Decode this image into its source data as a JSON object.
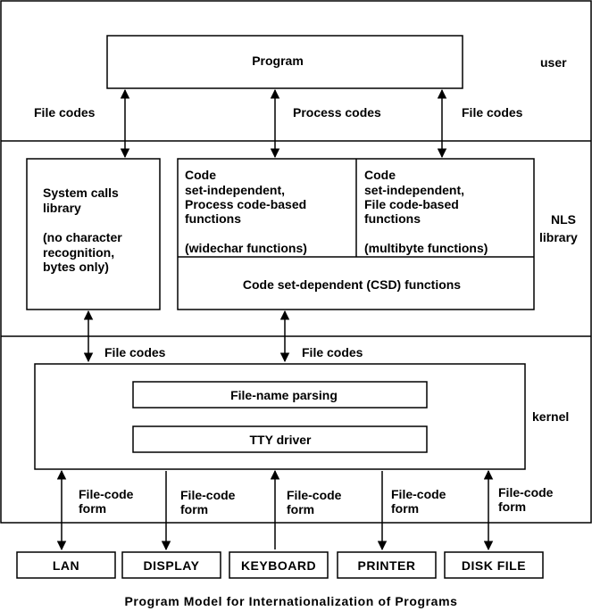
{
  "layers": {
    "user": "user",
    "nls_library": [
      "NLS",
      "library"
    ],
    "kernel": "kernel"
  },
  "program_box": {
    "label": "Program"
  },
  "user_edges": {
    "left": "File codes",
    "center": "Process codes",
    "right": "File codes"
  },
  "syscall_box": {
    "lines": [
      "System calls",
      "library",
      "",
      "(no character",
      "recognition,",
      "bytes only)"
    ]
  },
  "process_code_functions": {
    "lines": [
      "Code",
      "set-independent,",
      "Process code-based",
      "functions",
      "",
      "(widechar functions)"
    ]
  },
  "file_code_functions": {
    "lines": [
      "Code",
      "set-independent,",
      "File code-based",
      "functions",
      "",
      "(multibyte functions)"
    ]
  },
  "csd_functions": {
    "label": "Code set-dependent (CSD) functions"
  },
  "kernel_edges": {
    "left": "File codes",
    "right": "File codes"
  },
  "kernel_box": {
    "file_name_parsing": "File-name parsing",
    "tty_driver": "TTY driver"
  },
  "device_edges": [
    {
      "lines": [
        "File-code",
        "form"
      ]
    },
    {
      "lines": [
        "File-code",
        "form"
      ]
    },
    {
      "lines": [
        "File-code",
        "form"
      ]
    },
    {
      "lines": [
        "File-code",
        "form"
      ]
    },
    {
      "lines": [
        "File-code",
        "form"
      ]
    }
  ],
  "devices": [
    "LAN",
    "DISPLAY",
    "KEYBOARD",
    "PRINTER",
    "DISK FILE"
  ],
  "caption": "Program Model for Internationalization of Programs"
}
